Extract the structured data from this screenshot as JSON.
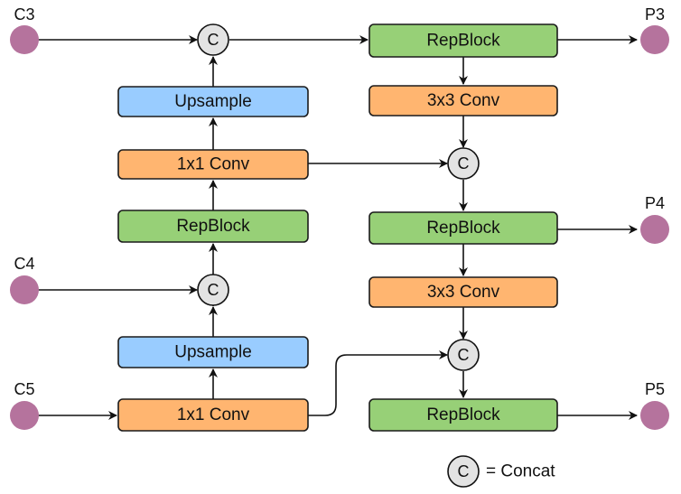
{
  "diagram": {
    "colors": {
      "repblock": "#97d077",
      "conv": "#ffb570",
      "upsample": "#99ccff",
      "concat": "#e3e3e3",
      "io_node": "#b5739d"
    },
    "inputs": [
      {
        "id": "C3",
        "label": "C3"
      },
      {
        "id": "C4",
        "label": "C4"
      },
      {
        "id": "C5",
        "label": "C5"
      }
    ],
    "outputs": [
      {
        "id": "P3",
        "label": "P3"
      },
      {
        "id": "P4",
        "label": "P4"
      },
      {
        "id": "P5",
        "label": "P5"
      }
    ],
    "blocks": {
      "left_upsample_top": "Upsample",
      "left_conv_top": "1x1 Conv",
      "left_repblock": "RepBlock",
      "left_upsample_bottom": "Upsample",
      "left_conv_bottom": "1x1 Conv",
      "right_repblock_top": "RepBlock",
      "right_conv_top": "3x3 Conv",
      "right_repblock_mid": "RepBlock",
      "right_conv_mid": "3x3 Conv",
      "right_repblock_bottom": "RepBlock"
    },
    "concat_symbol": "C",
    "legend": {
      "symbol": "C",
      "text": "= Concat"
    }
  }
}
